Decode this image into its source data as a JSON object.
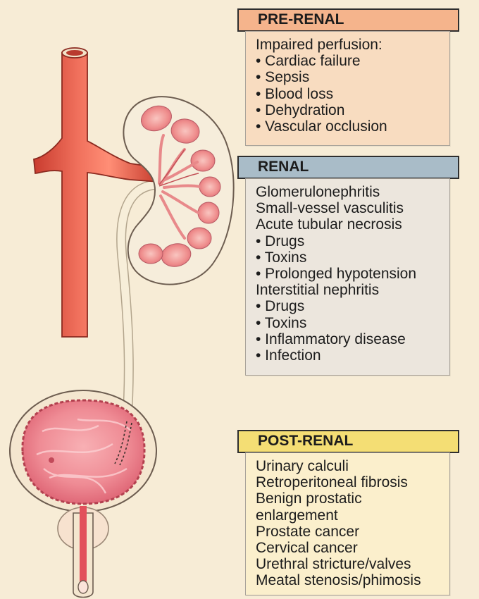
{
  "sections": {
    "pre_renal": {
      "heading": "PRE-RENAL",
      "lines": [
        "Impaired perfusion:",
        "• Cardiac failure",
        "• Sepsis",
        "• Blood loss",
        "• Dehydration",
        "• Vascular occlusion"
      ]
    },
    "renal": {
      "heading": "RENAL",
      "lines": [
        "Glomerulonephritis",
        "Small-vessel vasculitis",
        "Acute tubular necrosis",
        "• Drugs",
        "• Toxins",
        "• Prolonged hypotension",
        "Interstitial nephritis",
        "• Drugs",
        "• Toxins",
        "• Inflammatory disease",
        "• Infection"
      ]
    },
    "post_renal": {
      "heading": "POST-RENAL",
      "lines": [
        "Urinary calculi",
        "Retroperitoneal fibrosis",
        "Benign prostatic",
        "enlargement",
        "Prostate cancer",
        "Cervical cancer",
        "Urethral stricture/valves",
        "Meatal stenosis/phimosis"
      ]
    }
  },
  "colors": {
    "background": "#f7ecd6",
    "pre_renal_header": "#f5b48c",
    "renal_header": "#a9bcc8",
    "post_renal_header": "#f4de74",
    "vessel": "#e85a48",
    "bladder": "#e56f7c"
  }
}
